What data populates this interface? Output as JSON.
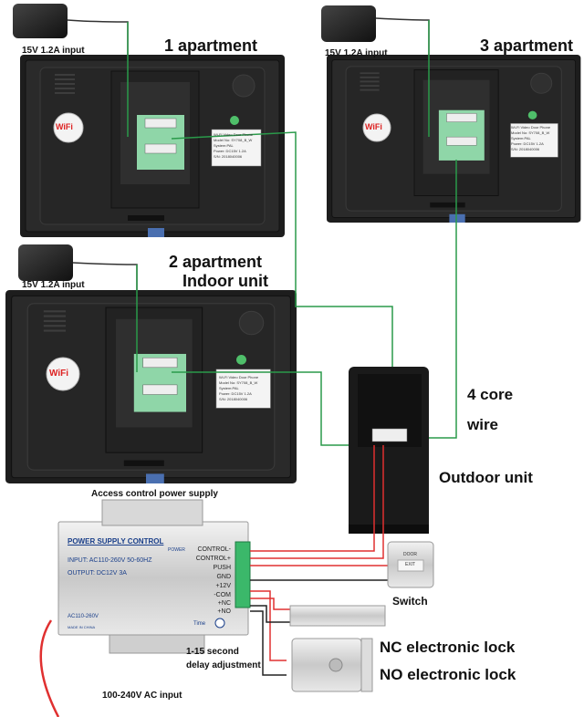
{
  "monitors": [
    {
      "label": "1 apartment",
      "power_label": "15V 1.2A input"
    },
    {
      "label": "3 apartment",
      "power_label": "15V 1.2A input"
    },
    {
      "label": "2 apartment",
      "sublabel": "Indoor unit",
      "power_label": "15V 1.2A input"
    }
  ],
  "wifi_badge": "WiFi",
  "sticker_lines": [
    "Wi-Fi Video Door Phone",
    "Model No: SY708_B_W",
    "System:PAL",
    "Power: DC15V 1.2A",
    "S/N: 2018040006"
  ],
  "wire_label": [
    "4 core",
    "wire"
  ],
  "outdoor_label": "Outdoor unit",
  "psu": {
    "caption": "Access control power supply",
    "title": "POWER SUPPLY CONTROL",
    "input": "INPUT: AC110-260V 50-60HZ",
    "output": "OUTPUT: DC12V 3A",
    "power_led": "POWER",
    "ac_label": "AC110-260V",
    "made_in": "MADE IN CHINA",
    "time_label": "Time",
    "terminals": [
      "CONTROL-",
      "CONTROL+",
      "PUSH",
      "GND",
      "+12V",
      "-COM",
      "+NC",
      "+NO"
    ]
  },
  "switch": {
    "label": "Switch",
    "plate_top": "DOOR",
    "plate_bottom": "EXIT"
  },
  "delay_label": [
    "1-15 second",
    "delay adjustment"
  ],
  "ac_input_label": "100-240V AC input",
  "nc_lock_label": "NC electronic lock",
  "no_lock_label": "NO electronic lock",
  "colors": {
    "wire_green": "#2a9a4a",
    "wire_red": "#e03030",
    "wire_black": "#222222",
    "panel_dark": "#1c1c1c",
    "pcb_green": "#8fd6a8",
    "psu_blue": "#1a3f8a"
  }
}
